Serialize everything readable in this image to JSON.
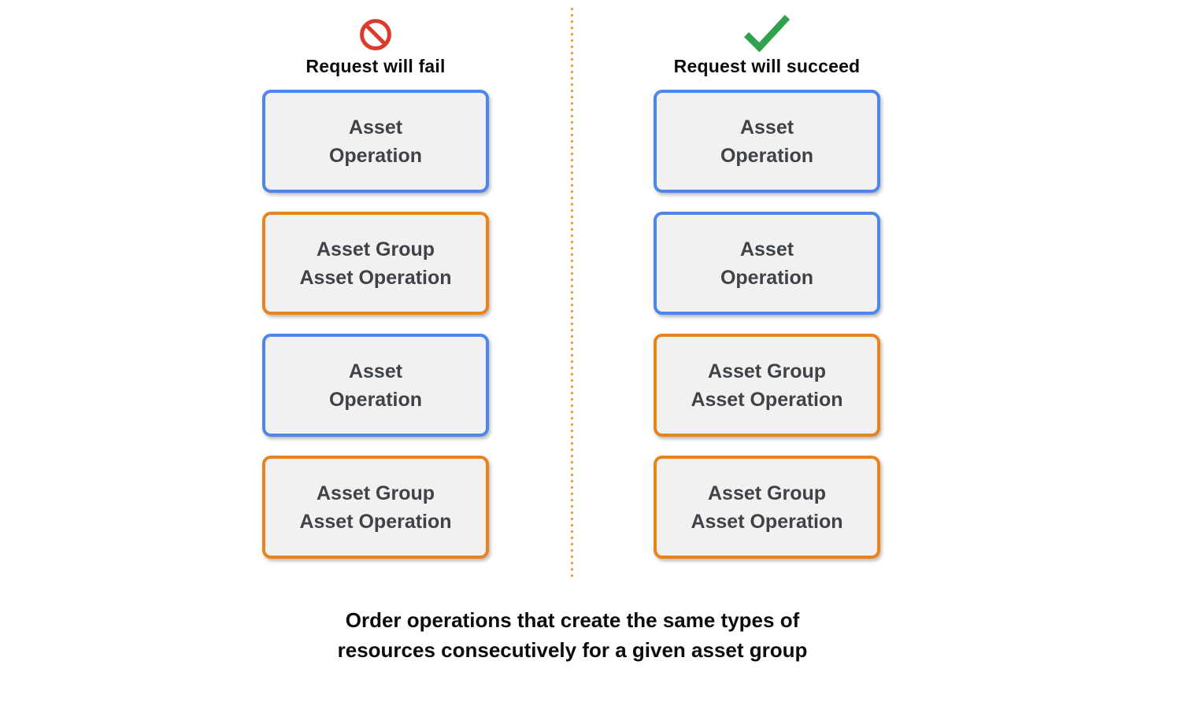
{
  "columns": [
    {
      "name": "fail",
      "title": "Request will fail",
      "icon": "prohibition-icon",
      "boxes": [
        {
          "type": "asset-operation",
          "border": "blue",
          "line1": "Asset",
          "line2": "Operation"
        },
        {
          "type": "asset-group-asset-operation",
          "border": "orange",
          "line1": "Asset Group",
          "line2": "Asset Operation"
        },
        {
          "type": "asset-operation",
          "border": "blue",
          "line1": "Asset",
          "line2": "Operation"
        },
        {
          "type": "asset-group-asset-operation",
          "border": "orange",
          "line1": "Asset Group",
          "line2": "Asset Operation"
        }
      ]
    },
    {
      "name": "succeed",
      "title": "Request will succeed",
      "icon": "checkmark-icon",
      "boxes": [
        {
          "type": "asset-operation",
          "border": "blue",
          "line1": "Asset",
          "line2": "Operation"
        },
        {
          "type": "asset-operation",
          "border": "blue",
          "line1": "Asset",
          "line2": "Operation"
        },
        {
          "type": "asset-group-asset-operation",
          "border": "orange",
          "line1": "Asset Group",
          "line2": "Asset Operation"
        },
        {
          "type": "asset-group-asset-operation",
          "border": "orange",
          "line1": "Asset Group",
          "line2": "Asset Operation"
        }
      ]
    }
  ],
  "caption": {
    "line1": "Order operations that create the same types of",
    "line2": "resources consecutively for a given asset group"
  },
  "colors": {
    "blue_border": "#4d86ec",
    "orange_border": "#e8831d",
    "box_fill": "#f1f1f1",
    "box_text": "#3f4347",
    "fail_icon_red": "#db3a2c",
    "check_green": "#30a24d",
    "divider_orange": "#eda14f",
    "heading_text": "#0c0c0c"
  }
}
